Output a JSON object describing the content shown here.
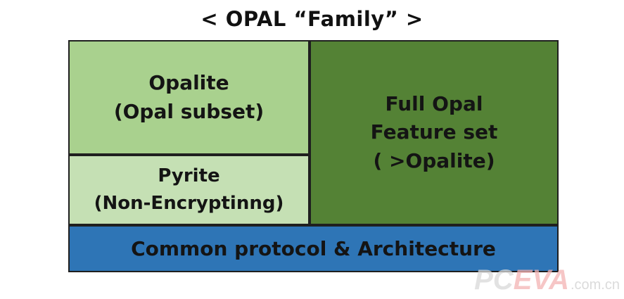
{
  "title": "< OPAL “Family” >",
  "blocks": {
    "opalite": {
      "line1": "Opalite",
      "line2": "(Opal subset)",
      "color": "#a9d18e"
    },
    "pyrite": {
      "line1": "Pyrite",
      "line2": "(Non-Encryptinng)",
      "color": "#c5e0b4"
    },
    "full_opal": {
      "line1": "Full Opal",
      "line2": "Feature set",
      "line3": "( >Opalite)",
      "color": "#548235"
    },
    "common": {
      "label": "Common protocol & Architecture",
      "color": "#2e75b6"
    }
  },
  "watermark": {
    "prefix": "PC",
    "highlight": "EVA",
    "suffix": ".com.cn",
    "prefix_color": "#d9d9d9",
    "highlight_color": "#f4b3b3"
  }
}
